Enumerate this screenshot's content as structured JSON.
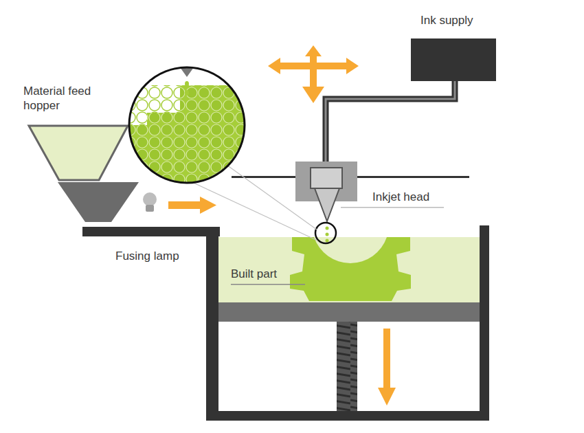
{
  "diagram": {
    "labels": [
      "Ink supply",
      "Material feed hopper",
      "Inkjet head",
      "Fusing lamp",
      "Built part"
    ]
  }
}
